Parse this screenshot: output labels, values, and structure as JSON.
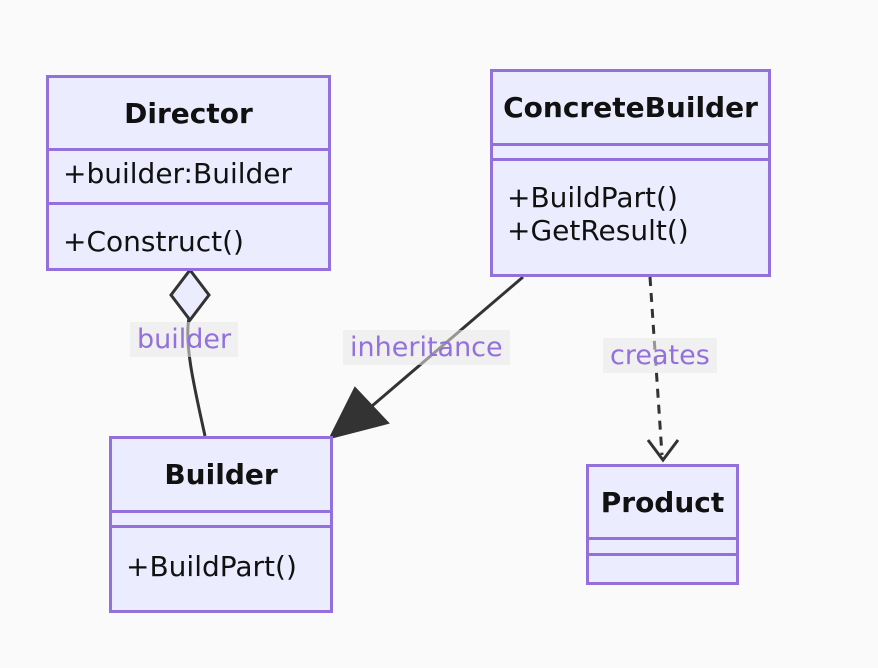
{
  "classes": {
    "director": {
      "name": "Director",
      "attributes": [
        "+builder:Builder"
      ],
      "methods": [
        "+Construct()"
      ]
    },
    "concrete_builder": {
      "name": "ConcreteBuilder",
      "attributes": [],
      "methods": [
        "+BuildPart()",
        "+GetResult()"
      ]
    },
    "builder": {
      "name": "Builder",
      "attributes": [],
      "methods": [
        "+BuildPart()"
      ]
    },
    "product": {
      "name": "Product",
      "attributes": [],
      "methods": []
    }
  },
  "relations": [
    {
      "from": "Director",
      "to": "Builder",
      "kind": "aggregation",
      "label": "builder"
    },
    {
      "from": "ConcreteBuilder",
      "to": "Builder",
      "kind": "inheritance",
      "label": "inheritance"
    },
    {
      "from": "ConcreteBuilder",
      "to": "Product",
      "kind": "dependency",
      "label": "creates"
    }
  ],
  "colors": {
    "box_fill": "#ececff",
    "box_border": "#9370db",
    "edge": "#333333",
    "label_text": "#9370db"
  }
}
